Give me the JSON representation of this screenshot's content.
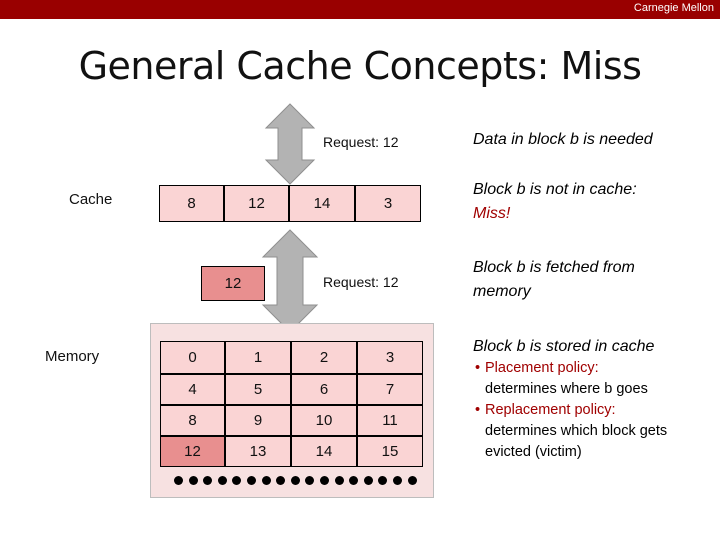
{
  "header": {
    "brand": "Carnegie Mellon"
  },
  "title": "General Cache Concepts: Miss",
  "labels": {
    "cache": "Cache",
    "memory": "Memory"
  },
  "requests": {
    "top": "Request: 12",
    "bottom": "Request: 12"
  },
  "cache_blocks": [
    "8",
    "12",
    "14",
    "3"
  ],
  "fetched_block": "12",
  "memory_rows": [
    [
      "0",
      "1",
      "2",
      "3"
    ],
    [
      "4",
      "5",
      "6",
      "7"
    ],
    [
      "8",
      "9",
      "10",
      "11"
    ],
    [
      "12",
      "13",
      "14",
      "15"
    ]
  ],
  "requested_block": "12",
  "notes": {
    "line1": "Data in block b is needed",
    "line2a": "Block b is not in cache:",
    "line2b": "Miss!",
    "line3a": "Block b is fetched from",
    "line3b": "memory",
    "line4": "Block b is stored in cache",
    "bullet1_label": "Placement policy:",
    "bullet1_text": "determines where b goes",
    "bullet2_label": "Replacement policy:",
    "bullet2_text": "determines which block gets evicted (victim)"
  },
  "colors": {
    "header_bar": "#990000",
    "cell_fill": "#fad4d4",
    "highlight_fill": "#e88f8f",
    "memory_bg": "#f7e1e1",
    "arrow": "#b3b3b3",
    "accent_text": "#a00000"
  }
}
